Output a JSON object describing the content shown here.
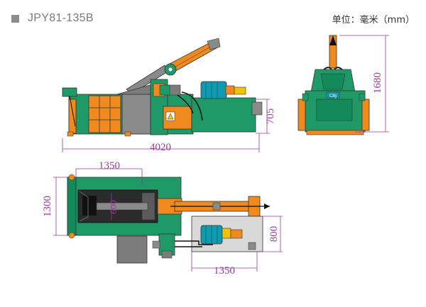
{
  "header": {
    "model": "JPY81-135B",
    "unit_label": "单位：毫米（mm）"
  },
  "dimensions": {
    "length_side": "4020",
    "height_side": "705",
    "height_front": "1680",
    "top_offset": "1350",
    "width_top": "1300",
    "chamber": "600",
    "unit_depth": "800",
    "unit_width": "1350"
  },
  "labels": {
    "control_panel": "CBJ"
  },
  "colors": {
    "machine_green": "#1f9a67",
    "frame_green": "#138a5a",
    "cylinder_orange": "#f08a1e",
    "dimension_magenta": "#9a3a9a",
    "motor_teal": "#0f9ab0",
    "chamber_dark": "#2b2b2b"
  }
}
